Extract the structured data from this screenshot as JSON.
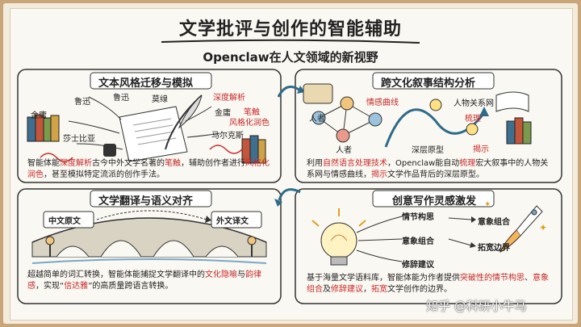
{
  "title": "文学批评与创作的智能辅助",
  "subtitle": "Openclaw在人文领域的新视野",
  "panels": {
    "style": {
      "title": "文本风格迁移与模拟",
      "labels": [
        "鲁迅",
        "鲁迅",
        "莫缐",
        "金庸",
        "莎士比亚",
        "金庸",
        "马尔克斯"
      ],
      "red_labels": [
        "深度解析",
        "笔触",
        "风格化润色"
      ],
      "desc": [
        {
          "t": "智能体能",
          "hl": false
        },
        {
          "t": "深度解析",
          "hl": true
        },
        {
          "t": "古今中外文学名著的",
          "hl": false
        },
        {
          "t": "笔触",
          "hl": true
        },
        {
          "t": "，辅助创作者进行",
          "hl": false
        },
        {
          "t": "风格化润色",
          "hl": true
        },
        {
          "t": "，甚至模拟特定流派的创作手法。",
          "hl": false
        }
      ]
    },
    "narrative": {
      "title": "跨文化叙事结构分析",
      "labels": [
        "人者",
        "人者",
        "人物关系网",
        "深层原型"
      ],
      "red_labels": [
        "情感曲线",
        "梳理",
        "揭示"
      ],
      "desc": [
        {
          "t": "利用",
          "hl": false
        },
        {
          "t": "自然语言处理技术",
          "hl": true
        },
        {
          "t": "，Openclaw能自动",
          "hl": false
        },
        {
          "t": "梳理",
          "hl": true
        },
        {
          "t": "宏大叙事中的人物关系网与情感曲线，",
          "hl": false
        },
        {
          "t": "揭示",
          "hl": true
        },
        {
          "t": "文学作品背后的深层原型。",
          "hl": false
        }
      ]
    },
    "translate": {
      "title": "文学翻译与语义对齐",
      "source_label": "中文原文",
      "target_label": "外文译文",
      "desc": [
        {
          "t": "超越简单的词汇转换，智能体能捕捉文学翻译中的",
          "hl": false
        },
        {
          "t": "文化隐喻",
          "hl": true
        },
        {
          "t": "与",
          "hl": false
        },
        {
          "t": "韵律感",
          "hl": true
        },
        {
          "t": "，实现“",
          "hl": false
        },
        {
          "t": "信达雅",
          "hl": true
        },
        {
          "t": "”的高质量跨语言转换。",
          "hl": false
        }
      ]
    },
    "inspire": {
      "title": "创意写作灵感激发",
      "nodes": [
        "情节构思",
        "意象组合",
        "意象组合",
        "拓宽边界",
        "修辞建议"
      ],
      "desc": [
        {
          "t": "基于海量文学语料库，智能体能为作者提供",
          "hl": false
        },
        {
          "t": "突破性的情节构思",
          "hl": true
        },
        {
          "t": "、",
          "hl": false
        },
        {
          "t": "意象组合",
          "hl": true
        },
        {
          "t": "及",
          "hl": false
        },
        {
          "t": "修辞建议",
          "hl": true
        },
        {
          "t": "，",
          "hl": false
        },
        {
          "t": "拓宽",
          "hl": true
        },
        {
          "t": "文学创作的边界。",
          "hl": false
        }
      ]
    }
  },
  "watermark": "知乎 @科研小牛马",
  "colors": {
    "accent_red": "#c62828",
    "frame": "#c9a679",
    "paper": "#faf8f2",
    "ink": "#222222"
  }
}
